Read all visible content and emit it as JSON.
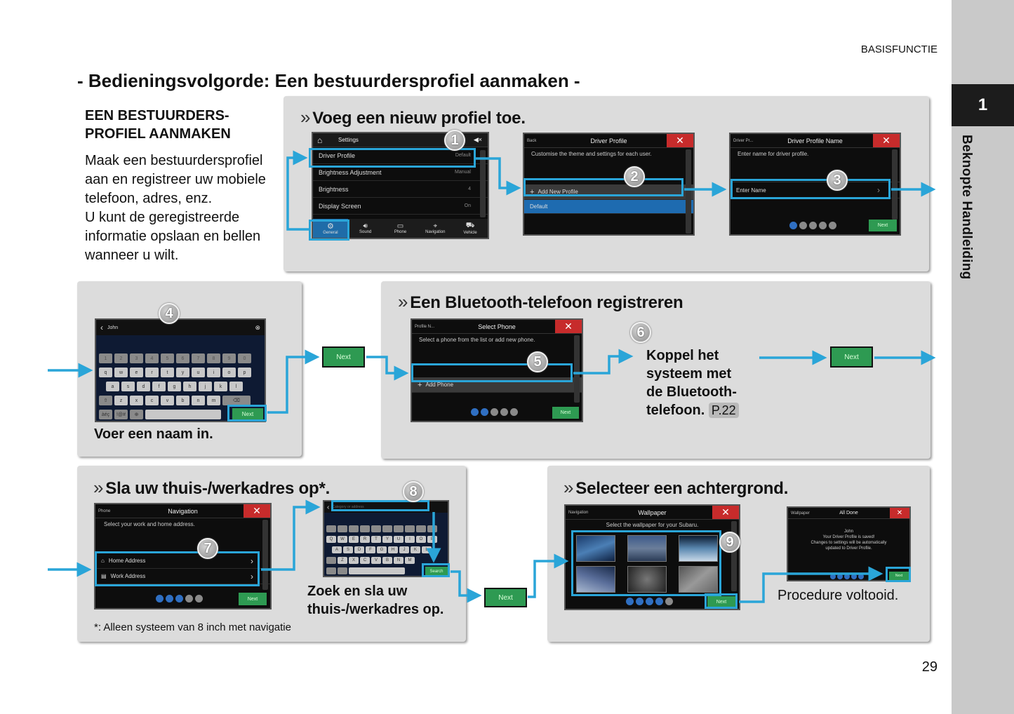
{
  "header": {
    "section": "BASISFUNCTIE",
    "page_number": "29"
  },
  "sidebar": {
    "chapter_number": "1",
    "chapter_title": "Beknopte Handleiding"
  },
  "title": "- Bedieningsvolgorde: Een bestuurdersprofiel aanmaken -",
  "intro": {
    "heading_line1": "EEN BESTUURDERS-",
    "heading_line2": "PROFIEL AANMAKEN",
    "lines": [
      "Maak een bestuurdersprofiel",
      "aan en registreer uw mobiele",
      "telefoon, adres, enz.",
      "U kunt de geregistreerde",
      "informatie opslaan en bellen",
      "wanneer u wilt."
    ]
  },
  "chevron": "»",
  "panels": {
    "add_profile": "Voeg een nieuw profiel toe.",
    "bluetooth": "Een Bluetooth-telefoon registreren",
    "address": "Sla uw thuis-/werkadres op*.",
    "wallpaper": "Selecteer een achtergrond."
  },
  "steps": [
    "1",
    "2",
    "3",
    "4",
    "5",
    "6",
    "7",
    "8",
    "9"
  ],
  "screen1": {
    "title": "Settings",
    "rows": [
      {
        "label": "Driver Profile",
        "value": "Default"
      },
      {
        "label": "Brightness Adjustment",
        "value": "Manual"
      },
      {
        "label": "Brightness",
        "value": "4"
      },
      {
        "label": "Display Screen",
        "value": "On"
      }
    ],
    "tabs": [
      "General",
      "Sound",
      "Phone",
      "Navigation",
      "Vehicle"
    ]
  },
  "screen2": {
    "back": "Back",
    "title": "Driver Profile",
    "desc": "Customise the theme and settings for each user.",
    "add_label": "Add New Profile",
    "default_label": "Default"
  },
  "screen3": {
    "back": "Driver Pr...",
    "title": "Driver Profile Name",
    "desc": "Enter name for driver profile.",
    "field": "Enter Name",
    "next": "Next"
  },
  "screen4": {
    "input": "John",
    "row_nums": [
      "1",
      "2",
      "3",
      "4",
      "5",
      "6",
      "7",
      "8",
      "9",
      "0"
    ],
    "row1": [
      "q",
      "w",
      "e",
      "r",
      "t",
      "y",
      "u",
      "i",
      "o",
      "p"
    ],
    "row2": [
      "a",
      "s",
      "d",
      "f",
      "g",
      "h",
      "j",
      "k",
      "l"
    ],
    "row3": [
      "z",
      "x",
      "c",
      "v",
      "b",
      "n",
      "m"
    ],
    "mode_keys": [
      "àéç",
      "!@#"
    ],
    "next": "Next"
  },
  "caption4": "Voer een naam in.",
  "next_label": "Next",
  "screen5": {
    "back": "Profile N...",
    "title": "Select Phone",
    "desc": "Select a phone from the list or add new phone.",
    "add_label": "Add Phone",
    "next": "Next"
  },
  "step6": {
    "lines": [
      "Koppel het",
      "systeem met",
      "de Bluetooth-",
      "telefoon."
    ],
    "ref": "P.22"
  },
  "screen7": {
    "back": "Phone",
    "title": "Navigation",
    "desc": "Select your work and home address.",
    "home": "Home Address",
    "work": "Work Address",
    "next": "Next"
  },
  "screen8": {
    "placeholder": "Category or address",
    "row1": [
      "Q",
      "W",
      "E",
      "R",
      "T",
      "Y",
      "U",
      "I",
      "O",
      "P"
    ],
    "row2": [
      "A",
      "S",
      "D",
      "F",
      "G",
      "H",
      "J",
      "K",
      "L"
    ],
    "row3": [
      "Z",
      "X",
      "C",
      "V",
      "B",
      "N",
      "M"
    ],
    "search": "Search"
  },
  "caption8": [
    "Zoek en sla uw",
    "thuis-/werkadres op."
  ],
  "footnote": "*: Alleen systeem van 8 inch met navigatie",
  "screen9": {
    "back": "Navigation",
    "title": "Wallpaper",
    "desc": "Select the wallpaper for your Subaru.",
    "next": "Next"
  },
  "screen10": {
    "back": "Wallpaper",
    "title": "All Done",
    "lines": [
      "John",
      "Your Driver Profile is saved!",
      "Changes to settings will be automatically",
      "updated to Driver Profile."
    ],
    "next": "Next"
  },
  "caption10": "Procedure voltooid.",
  "colors": {
    "accent": "#2aa5d8",
    "next_green": "#2e9a52",
    "close_red": "#c72b2b",
    "panel": "#dcdcdc"
  }
}
